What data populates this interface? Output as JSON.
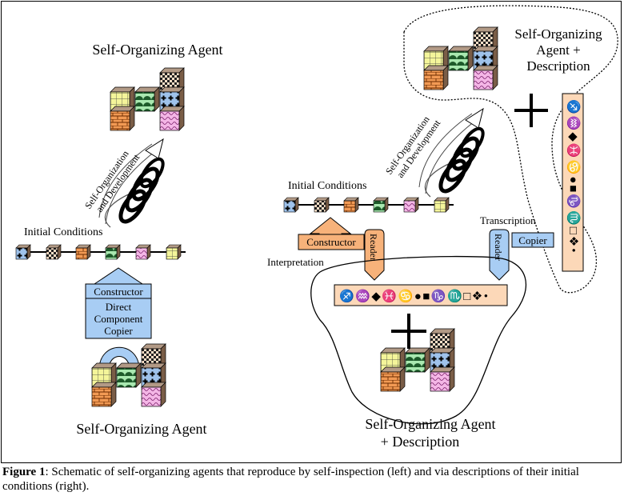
{
  "titles": {
    "left_top": "Self-Organizing Agent",
    "left_bottom": "Self-Organizing Agent",
    "right_top_line1": "Self-Organizing",
    "right_top_line2": "Agent +",
    "right_top_line3": "Description",
    "right_bottom_line1": "Self-Organizing Agent",
    "right_bottom_line2": "+ Description"
  },
  "labels": {
    "initial_conditions_left": "Initial Conditions",
    "initial_conditions_right": "Initial Conditions",
    "self_org_line1": "Self-Organization",
    "self_org_line2": "and Development",
    "constructor_left": "Constructor",
    "direct_line1": "Direct",
    "direct_line2": "Component",
    "direct_line3": "Copier",
    "constructor_right": "Constructor",
    "reader": "Reader",
    "interpretation": "Interpretation",
    "transcription": "Transcription",
    "copier": "Copier"
  },
  "description_symbols": {
    "horizontal": "♐♒◆♓♋●■♑♏□❖•",
    "vertical": "♐♒◆♓♋●■♑♏□❖•"
  },
  "caption": {
    "label": "Figure 1",
    "text": ": Schematic of self-organizing agents that reproduce by self-inspection (left) and via descriptions of their initial conditions (right)."
  }
}
